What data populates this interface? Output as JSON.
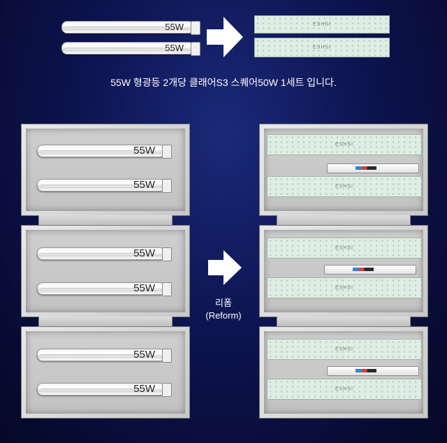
{
  "top": {
    "lamp_label": "55W",
    "led_text": "ESHSI",
    "caption": "55W 형광등 2개당 클래어S3 스퀘어50W 1세트 입니다."
  },
  "fixtures": {
    "lamp_label": "55W",
    "led_text": "ESHSI",
    "reform_label_ko": "리폼",
    "reform_label_en": "(Reform)"
  }
}
